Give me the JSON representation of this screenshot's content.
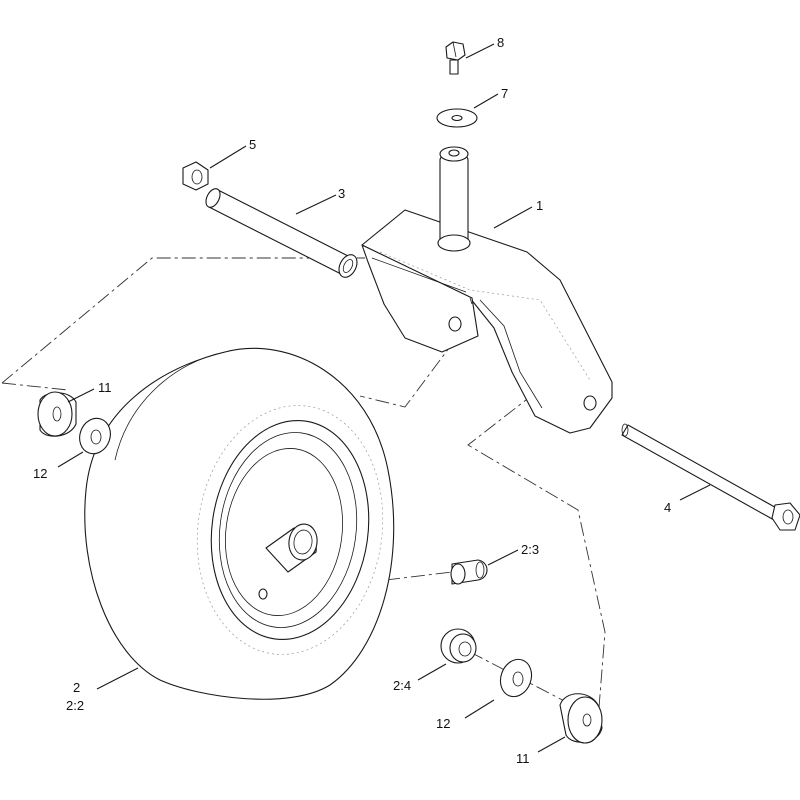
{
  "callouts": [
    {
      "id": "c1",
      "text": "1"
    },
    {
      "id": "c2",
      "text": "2"
    },
    {
      "id": "c22",
      "text": "2:2"
    },
    {
      "id": "c23",
      "text": "2:3"
    },
    {
      "id": "c24",
      "text": "2:4"
    },
    {
      "id": "c3",
      "text": "3"
    },
    {
      "id": "c4",
      "text": "4"
    },
    {
      "id": "c5",
      "text": "5"
    },
    {
      "id": "c7",
      "text": "7"
    },
    {
      "id": "c8",
      "text": "8"
    },
    {
      "id": "c11a",
      "text": "11"
    },
    {
      "id": "c11b",
      "text": "11"
    },
    {
      "id": "c12a",
      "text": "12"
    },
    {
      "id": "c12b",
      "text": "12"
    }
  ]
}
